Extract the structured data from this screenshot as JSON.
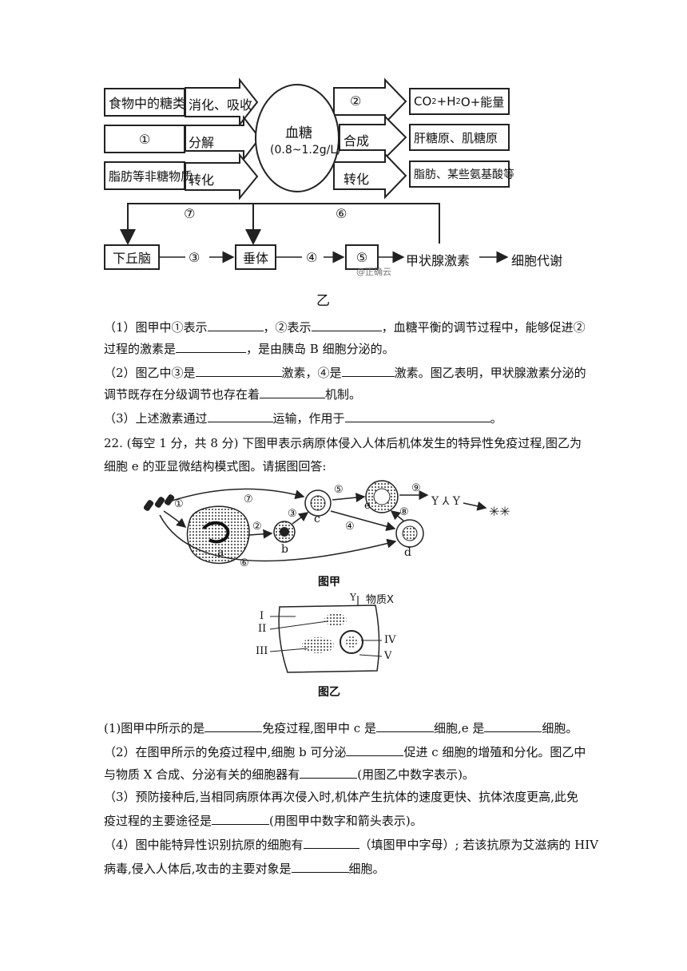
{
  "diagram_b": {
    "food_sugar": "食物中的糖类",
    "digest_absorb": "消化、吸收",
    "circle_one": "①",
    "decompose": "分解",
    "fat_nonsugar": "脂肪等非糖物质",
    "convert_left": "转化",
    "blood_sugar": "血糖",
    "blood_sugar_range": "(0.8~1.2g/L)",
    "circle_two": "②",
    "co2_prefix": "CO",
    "co2_sub": "2",
    "h2o_prefix": "+H",
    "h2o_sub": "2",
    "co2_suffix": "O+能量",
    "synthesize": "合成",
    "glycogen": "肝糖原、肌糖原",
    "convert_right": "转化",
    "fat_amino": "脂肪、某些氨基酸等",
    "circle_seven": "⑦",
    "circle_six": "⑥",
    "hypothalamus": "下丘脑",
    "circle_three": "③",
    "pituitary": "垂体",
    "circle_four": "④",
    "circle_five": "⑤",
    "thyroid_hormone": "甲状腺激素",
    "cell_metabolism": "细胞代谢",
    "watermark": "@正确云",
    "figure_label": "乙"
  },
  "q21": {
    "p1_a": "（1）图甲中①表示",
    "p1_b": "，②表示",
    "p1_c": "，血糖平衡的调节过程中，能够促进②",
    "p1_d": "过程的激素是",
    "p1_e": "，是由胰岛 B 细胞分泌的。",
    "p2_a": "（2）图乙中③是",
    "p2_b": "激素，④是",
    "p2_c": "激素。图乙表明，甲状腺激素分泌的",
    "p2_d": "调节既存在分级调节也存在着",
    "p2_e": "机制。",
    "p3_a": "（3）上述激素通过",
    "p3_b": "运输，作用于",
    "p3_c": "。"
  },
  "q22": {
    "intro_a": "22.  (每空 1 分，共 8 分) 下图甲表示病原体侵入人体后机体发生的特异性免疫过程,图乙为",
    "intro_b": "细胞 e 的亚显微结构模式图。请据图回答:",
    "fig_a_labels": [
      "①",
      "⑦",
      "⑤",
      "⑨",
      "③",
      "②",
      "④",
      "⑧",
      "⑥",
      "a",
      "b",
      "c",
      "d",
      "e"
    ],
    "fig_a_caption": "图甲",
    "fig_b_labels": [
      "物质X",
      "I",
      "II",
      "III",
      "IV",
      "V"
    ],
    "fig_b_caption": "图乙",
    "p1_a": "(1)图甲中所示的是",
    "p1_b": "免疫过程,图甲中 c 是",
    "p1_c": "细胞,e 是",
    "p1_d": "细胞。",
    "p2_a": "（2）在图甲所示的免疫过程中,细胞 b 可分泌",
    "p2_b": "促进 c 细胞的增殖和分化。图乙中",
    "p2_c": "与物质 X 合成、分泌有关的细胞器有",
    "p2_d": "(用图乙中数字表示)。",
    "p3_a": "（3）预防接种后,当相同病原体再次侵入时,机体产生抗体的速度更快、抗体浓度更高,此免",
    "p3_b": "疫过程的主要途径是",
    "p3_c": "(用图甲中数字和箭头表示)。",
    "p4_a": "（4）图中能特异性识别抗原的细胞有",
    "p4_b": "（填图甲中字母）; 若该抗原为艾滋病的 HIV",
    "p4_c": "病毒,侵入人体后,攻击的主要对象是",
    "p4_d": "细胞。"
  }
}
